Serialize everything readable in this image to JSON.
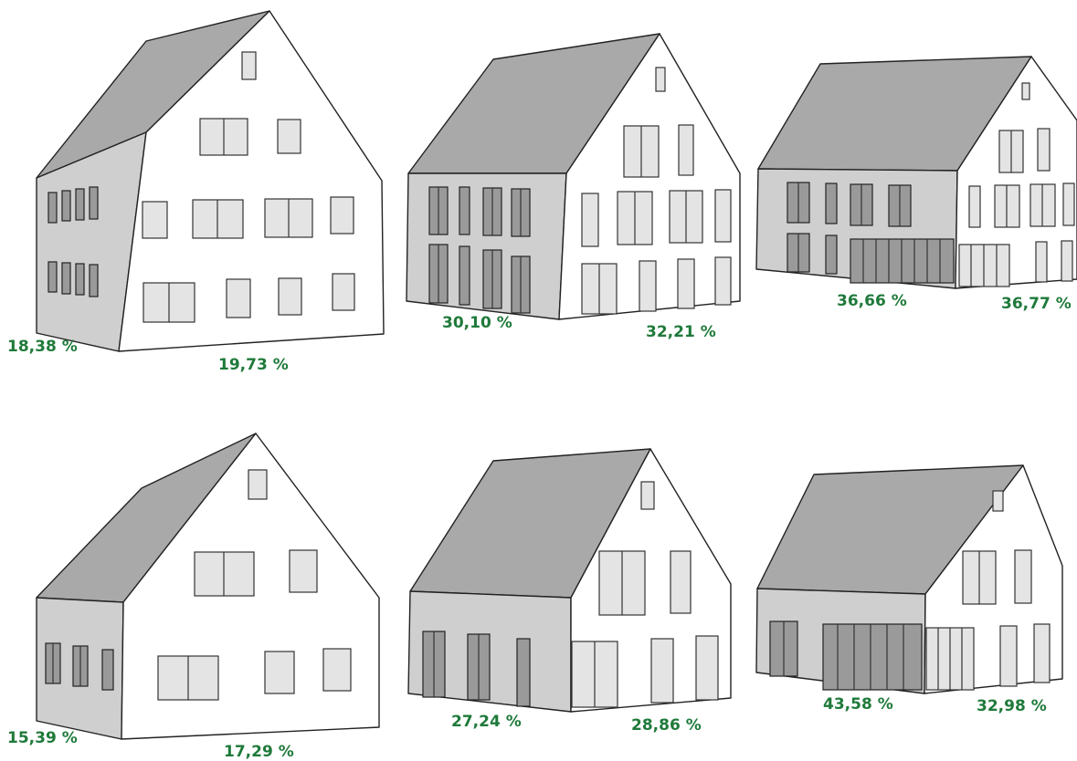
{
  "houses": [
    {
      "side_pct": "18,38 %",
      "front_pct": "19,73 %"
    },
    {
      "side_pct": "30,10 %",
      "front_pct": "32,21 %"
    },
    {
      "side_pct": "36,66 %",
      "front_pct": "36,77 %"
    },
    {
      "side_pct": "15,39 %",
      "front_pct": "17,29 %"
    },
    {
      "side_pct": "27,24 %",
      "front_pct": "28,86 %"
    },
    {
      "side_pct": "43,58 %",
      "front_pct": "32,98 %"
    }
  ],
  "colors": {
    "label": "#1f7a3a",
    "roof": "#a9a9a9",
    "side_wall": "#cfcfcf",
    "front_wall": "#ffffff"
  }
}
